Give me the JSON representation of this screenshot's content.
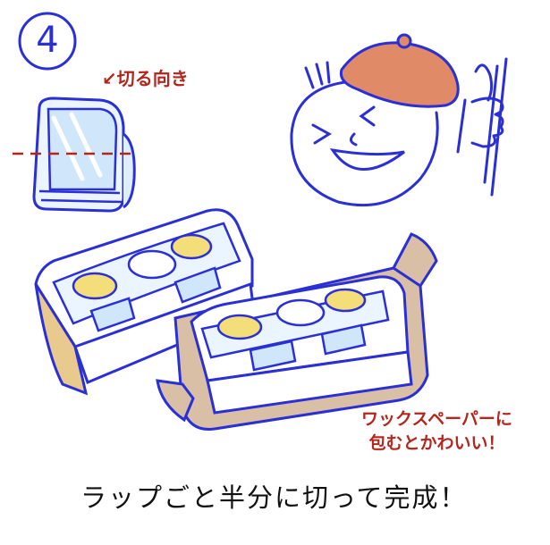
{
  "step_number": "4",
  "cut_direction_label": "↙切る向き",
  "wrap_note": {
    "line1": "ワックスペーパーに",
    "line2": "包むとかわいい！"
  },
  "caption": "ラップごと半分に切って完成！",
  "colors": {
    "line_blue": "#2a2fd6",
    "cut_line_red": "#b3261e",
    "wax_paper": "#d9bfa6",
    "bread_crust": "#e8c98e",
    "beret": "#e08a67",
    "egg_yolk": "#f3de7a",
    "wrap_light_blue": "#cfe6fb"
  },
  "icons": [
    "sandwich-whole-icon",
    "face-with-beret-icon",
    "thumbs-up-icon",
    "wrapped-sandwich-icon"
  ]
}
